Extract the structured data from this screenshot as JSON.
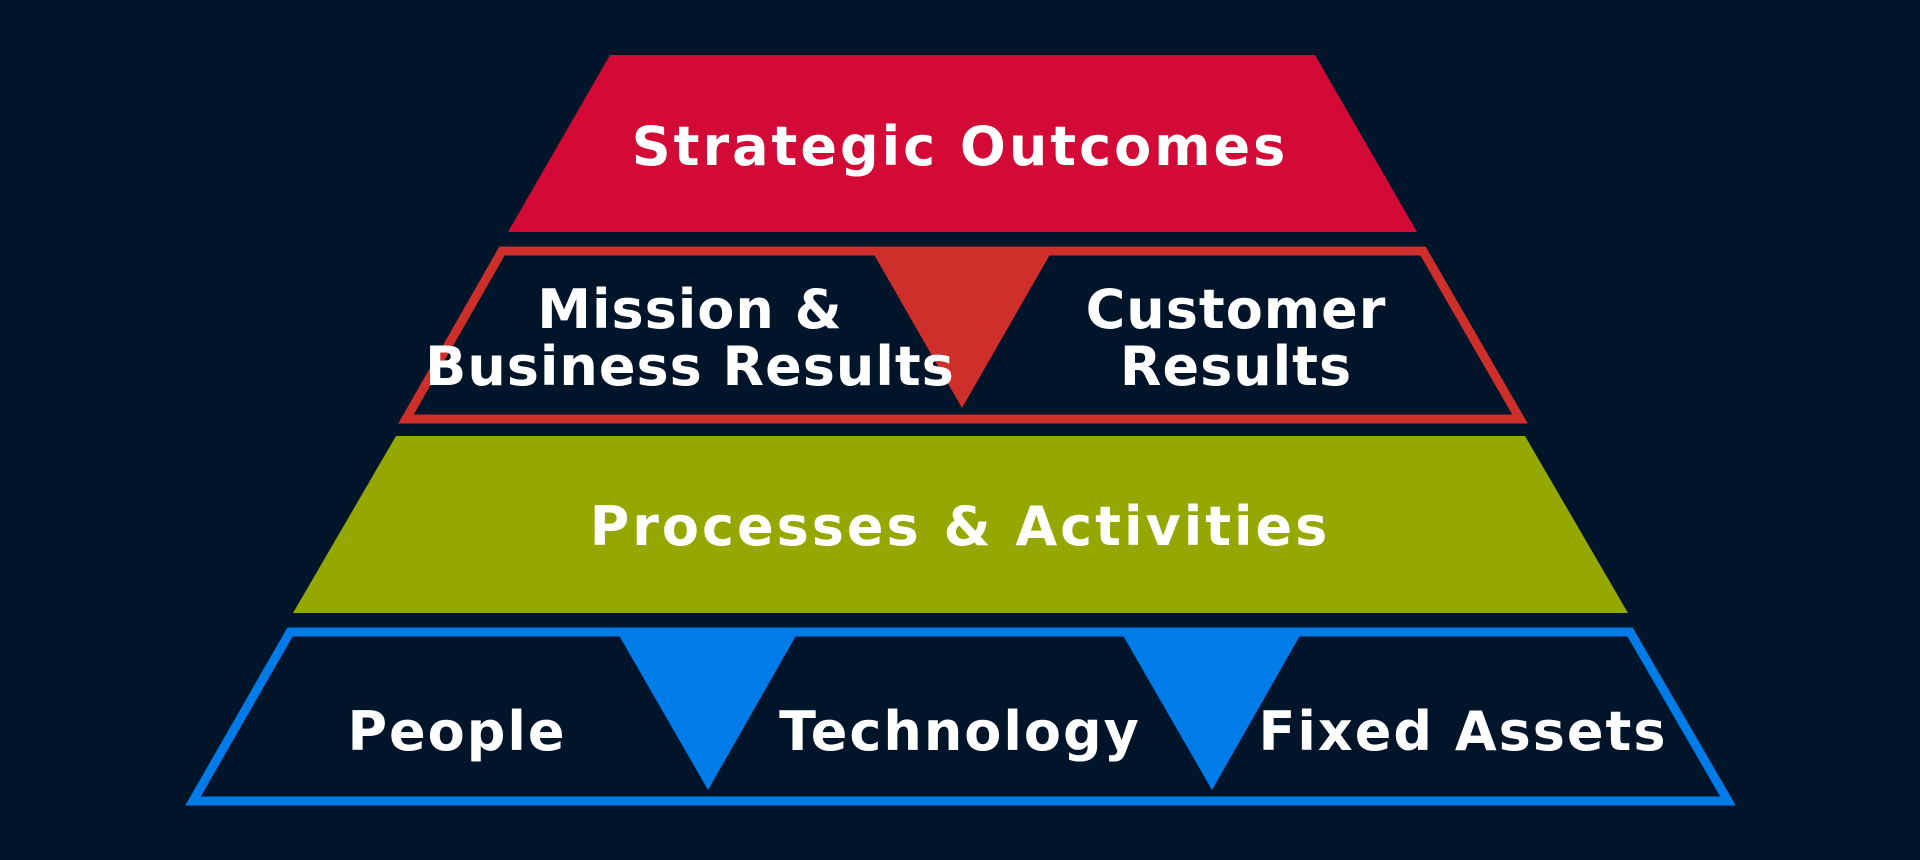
{
  "colors": {
    "background": "#00142a",
    "top_tier": "#d20a35",
    "results_tier": "#cf2f2a",
    "processes_tier": "#95a801",
    "foundation_tier": "#007ce9",
    "text": "#ffffff"
  },
  "tiers": {
    "strategic": {
      "label": "Strategic Outcomes"
    },
    "results": {
      "left_line1": "Mission &",
      "left_line2": "Business Results",
      "right_line1": "Customer",
      "right_line2": "Results"
    },
    "processes": {
      "label": "Processes & Activities"
    },
    "foundation": {
      "people": "People",
      "technology": "Technology",
      "fixed_assets": "Fixed Assets"
    }
  }
}
